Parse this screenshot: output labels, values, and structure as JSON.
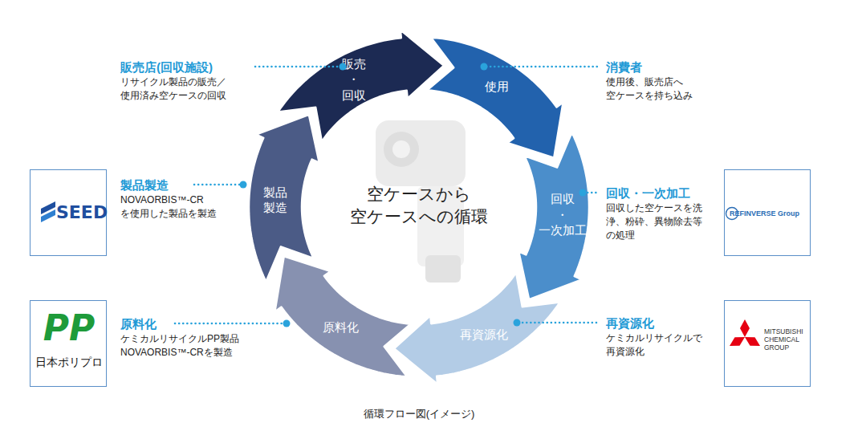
{
  "diagram": {
    "caption": "循環フロー図(イメージ)",
    "nodes": [
      {
        "text": [
          "販売 ・ 回収"
        ]
      },
      {
        "text": [
          "使用"
        ]
      },
      {
        "text": [
          "回収 ・ 一次加工"
        ]
      },
      {
        "text": [
          "再資源化"
        ]
      },
      {
        "text": [
          "原料化"
        ]
      },
      {
        "text": [
          "製品 製造"
        ]
      },
      {
        "text": [
          "SEED"
        ]
      },
      {
        "text": [
          "REFINVERSE Group"
        ]
      },
      {
        "text": [
          "PP",
          "日本ポリプロ"
        ]
      },
      {
        "text": [
          "MITSUBISHI CHEMICAL GROUP"
        ]
      }
    ],
    "labels": [
      "空ケースから 空ケースへの循環",
      "販売店(回収施設)",
      "リサイクル製品の販売／ 使用済み空ケースの回収",
      "消費者",
      "使用後、販売店へ 空ケースを持ち込み",
      "製品製造",
      "NOVAORBIS™-CR を使用した製品を製造",
      "回収・一次加工",
      "回収した空ケースを洗 浄、粉砕、異物除去等 の処理",
      "原料化",
      "ケミカルリサイクルPP製品 NOVAORBIS™-CRを製造",
      "再資源化",
      "ケミカルリサイクルで 再資源化"
    ]
  }
}
